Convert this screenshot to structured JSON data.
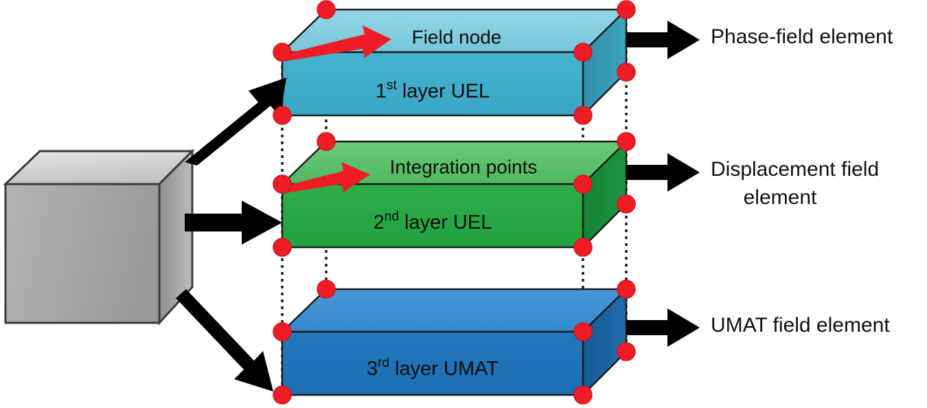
{
  "figure": {
    "title": "Multi-layer UEL/UMAT phase-field element stack",
    "background": "#ffffff"
  },
  "source_cube": {
    "name": "solid-element-cube",
    "top_face_color": "#d4d4d4",
    "front_face_color": "#a8a8a8",
    "side_face_color": "#8c8c8c",
    "stroke": "#333333"
  },
  "layers": [
    {
      "id": "layer-1",
      "label": "1",
      "label_sup": "st",
      "label_rest": " layer UEL",
      "label_full": "1st layer UEL",
      "annotation": "Field node",
      "right_label": "Phase-field element",
      "top_color": "#7ecbdd",
      "front_color": "#3fadca",
      "side_color": "#2c8ca6",
      "stroke": "#1a1a1a"
    },
    {
      "id": "layer-2",
      "label": "2",
      "label_sup": "nd",
      "label_rest": " layer UEL",
      "label_full": "2nd layer UEL",
      "annotation": "Integration points",
      "right_label_line1": "Displacement field",
      "right_label_line2": "element",
      "right_label": "Displacement field element",
      "top_color": "#5ec269",
      "front_color": "#27a844",
      "side_color": "#15853a",
      "stroke": "#1a1a1a"
    },
    {
      "id": "layer-3",
      "label": "3",
      "label_sup": "rd",
      "label_rest": "  layer UMAT",
      "label_full": "3rd  layer UMAT",
      "annotation": "",
      "right_label": "UMAT field element",
      "top_color": "#3d8fd1",
      "front_color": "#1e72b8",
      "side_color": "#175c99",
      "stroke": "#1a1a1a"
    }
  ],
  "nodes": {
    "name": "field-node-marker",
    "color": "#ee1c25",
    "stroke": "#cc1016",
    "radius": 13
  },
  "annotation_arrows": {
    "color": "#ee1c25",
    "name": "red-annotation-arrow"
  },
  "connector_arrows": {
    "color": "#000000",
    "name": "black-flow-arrow"
  },
  "guide_lines": {
    "style": "dotted",
    "color": "#1a1a1a"
  }
}
